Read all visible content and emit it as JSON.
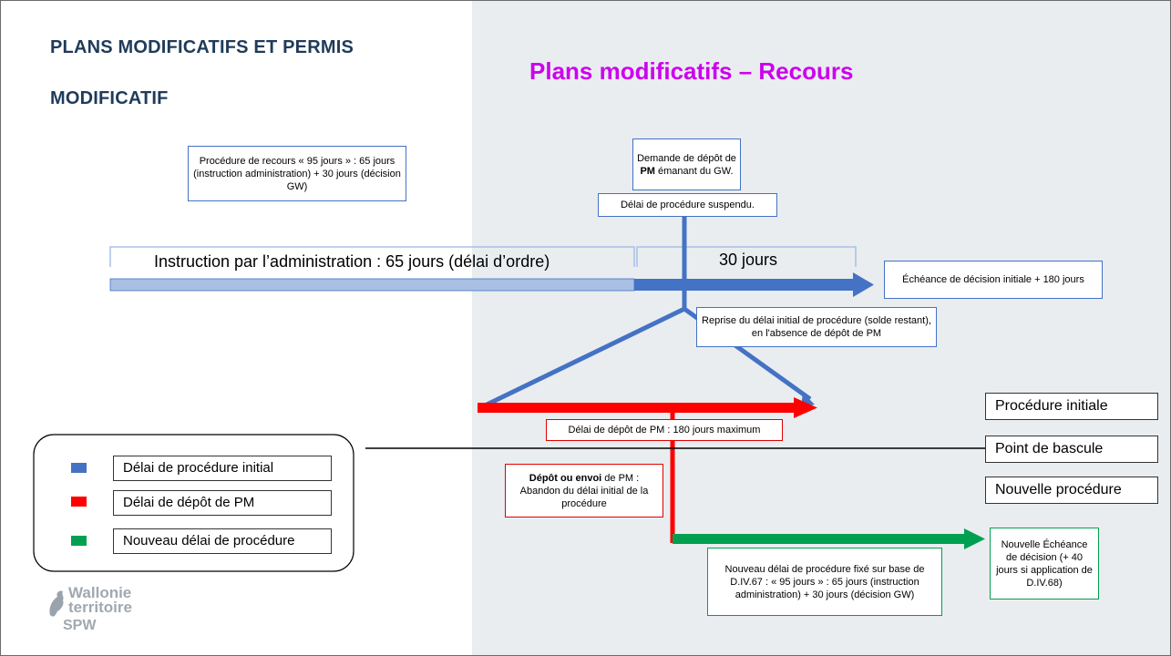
{
  "slide": {
    "title_line1": "PLANS MODIFICATIFS ET PERMIS",
    "title_line2": "MODIFICATIF",
    "subtitle": "Plans modificatifs – Recours"
  },
  "boxes": {
    "recours_text": "Procédure de recours « 95 jours » : 65 jours (instruction administration) + 30 jours (décision GW)",
    "demande_pre": "Demande de dépôt de",
    "demande_bold": "PM",
    "demande_post": "émanant du GW.",
    "suspendu": "Délai de procédure suspendu.",
    "echeance": "Échéance de décision initiale + 180 jours",
    "reprise": "Reprise du délai initial de procédure (solde restant), en l'absence de dépôt de PM",
    "depot_delai": "Délai de dépôt de PM : 180 jours maximum",
    "depot_envoi_bold": "Dépôt ou envoi",
    "depot_envoi_rest": "de PM : Abandon du délai initial de la procédure",
    "nouveau_delai": "Nouveau délai de procédure fixé sur base de D.IV.67 : « 95 jours » : 65 jours (instruction administration) + 30 jours (décision GW)",
    "nouvelle_echeance": "Nouvelle Échéance de décision (+ 40 jours si application de D.IV.68)"
  },
  "timeline": {
    "instruction_label": "Instruction par l’administration : 65 jours (délai d’ordre)",
    "thirty_label": "30 jours"
  },
  "procedure_labels": [
    "Procédure initiale",
    "Point de bascule",
    "Nouvelle procédure"
  ],
  "legend": {
    "items": [
      {
        "label": "Délai de procédure initial",
        "color": "#4472c4"
      },
      {
        "label": "Délai de dépôt de PM",
        "color": "#ff0000"
      },
      {
        "label": "Nouveau délai de procédure",
        "color": "#00a050"
      }
    ]
  },
  "logo": {
    "line1": "Wallonie",
    "line2": "territoire",
    "line3": "SPW"
  },
  "colors": {
    "title": "#1f3b5a",
    "subtitle": "#cc00ee",
    "blue": "#4472c4",
    "light_blue": "#a9c0e4",
    "red": "#ff0000",
    "green": "#00a050"
  }
}
